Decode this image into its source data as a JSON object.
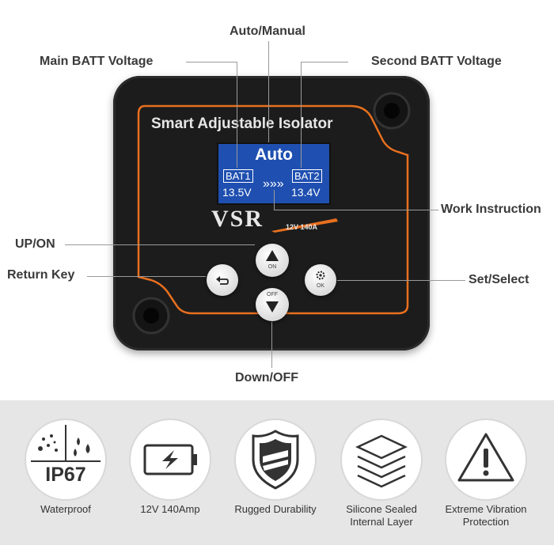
{
  "callouts": {
    "auto_manual": "Auto/Manual",
    "main_batt": "Main BATT Voltage",
    "second_batt": "Second BATT Voltage",
    "work_instruction": "Work Instruction",
    "up_on": "UP/ON",
    "return_key": "Return Key",
    "set_select": "Set/Select",
    "down_off": "Down/OFF"
  },
  "device": {
    "title": "Smart Adjustable Isolator",
    "brand": "VSR",
    "rating": "12V 140A",
    "display": {
      "mode": "Auto",
      "bat1_label": "BAT1",
      "bat1_voltage": "13.5V",
      "bat2_label": "BAT2",
      "bat2_voltage": "13.4V",
      "arrows": "»»»"
    },
    "buttons": {
      "on": "ON",
      "off": "OFF",
      "ok": "OK"
    }
  },
  "features": [
    {
      "label": "Waterproof",
      "icon_text": "IP67",
      "icon": "waterproof-icon"
    },
    {
      "label": "12V 140Amp",
      "icon": "battery-icon"
    },
    {
      "label": "Rugged Durability",
      "icon": "shield-icon"
    },
    {
      "label_line1": "Silicone Sealed",
      "label_line2": "Internal Layer",
      "icon": "layers-icon"
    },
    {
      "label_line1": "Extreme Vibration",
      "label_line2": "Protection",
      "icon": "warning-icon"
    }
  ],
  "colors": {
    "accent_orange": "#e8701f",
    "screen_blue": "#1f4fb0",
    "device_body": "#1c1c1c"
  }
}
